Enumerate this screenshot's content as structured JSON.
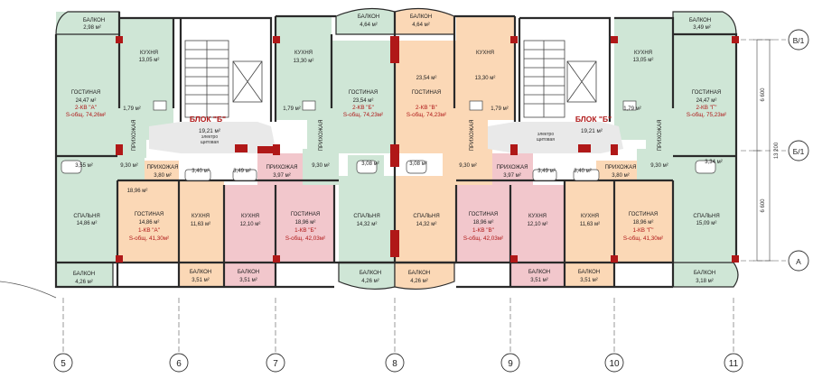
{
  "colors": {
    "green": "#cfe6d6",
    "orange": "#fbd8b6",
    "pink": "#f2c7cc",
    "corridor": "#e9e9e9",
    "column": "#b01818",
    "wall": "#2a2a2a"
  },
  "axes": {
    "bottom": [
      "5",
      "6",
      "7",
      "8",
      "9",
      "10",
      "11"
    ],
    "right": [
      "В/1",
      "Б/1",
      "А"
    ]
  },
  "dimensions": {
    "upper": "6 600",
    "lower": "6 600",
    "total": "13 200"
  },
  "blocks": [
    {
      "title": "БЛОК \"Б\"",
      "area": "19,21 м²",
      "note1": "электро",
      "note2": "щитовая"
    },
    {
      "title": "БЛОК \"Б\"",
      "area": "19,21 м²",
      "note1": "электро",
      "note2": "щитовая"
    }
  ],
  "rooms": {
    "top_left_balcony": {
      "name": "БАЛКОН",
      "area": "2,98 м²"
    },
    "kitchen_tl": {
      "name": "КУХНЯ",
      "area": "13,05 м²"
    },
    "living_tl": {
      "name": "ГОСТИНАЯ",
      "area": "24,47 м²",
      "flat": "2-КВ \"А\"",
      "total": "S-общ. 74,26м²"
    },
    "bath_tl": {
      "area": "1,79 м²"
    },
    "hall_tl": {
      "name": "ПРИХОЖАЯ"
    },
    "bath2_tl": {
      "area": "3,55 м²"
    },
    "hall2_tl": {
      "area": "9,30 м²"
    },
    "bedroom_tl": {
      "name": "СПАЛЬНЯ",
      "area": "14,86 м²"
    },
    "balcony_bl": {
      "name": "БАЛКОН",
      "area": "4,26 м²"
    },
    "hall_1a": {
      "name": "ПРИХОЖАЯ",
      "area": "3,80 м²"
    },
    "bath_1a": {
      "area": "3,40 м²"
    },
    "living_1a": {
      "name": "ГОСТИНАЯ",
      "area": "14,86 м²",
      "flat": "1-КВ \"А\"",
      "total": "S-общ. 41,30м²",
      "top": "18,96 м²"
    },
    "kitchen_1a": {
      "name": "КУХНЯ",
      "area": "11,63 м²"
    },
    "balcony_1a": {
      "name": "БАЛКОН",
      "area": "3,51 м²"
    },
    "bath_1b": {
      "area": "3,49 м²"
    },
    "hall_1b": {
      "name": "ПРИХОЖАЯ",
      "area": "3,97 м²"
    },
    "kitchen_1b": {
      "name": "КУХНЯ",
      "area": "12,10 м²"
    },
    "living_1b": {
      "name": "ГОСТИНАЯ",
      "area": "18,96 м²",
      "flat": "1-КВ \"Б\"",
      "total": "S-общ. 42,03м²"
    },
    "balcony_1b": {
      "name": "БАЛКОН",
      "area": "3,51 м²"
    },
    "balcony_2b_top": {
      "name": "БАЛКОН",
      "area": "4,64 м²"
    },
    "kitchen_2b": {
      "name": "КУХНЯ",
      "area": "13,30 м²"
    },
    "living_2b": {
      "name": "ГОСТИНАЯ",
      "area": "23,54 м²",
      "flat": "2-КВ \"Б\"",
      "total": "S-общ. 74,23м²"
    },
    "bath_2b": {
      "area": "1,79 м²"
    },
    "hall_2b": {
      "name": "ПРИХОЖАЯ"
    },
    "hall2_2b": {
      "area": "9,30 м²"
    },
    "bath2_2b": {
      "area": "3,08 м²"
    },
    "bedroom_2b": {
      "name": "СПАЛЬНЯ",
      "area": "14,32 м²"
    },
    "balcony_2b_bottom": {
      "name": "БАЛКОН",
      "area": "4,26 м²"
    },
    "balcony_2v_top": {
      "name": "БАЛКОН",
      "area": "4,64 м²"
    },
    "living_2v": {
      "name": "ГОСТИНАЯ",
      "area": "23,54 м²",
      "flat": "2-КВ \"В\"",
      "total": "S-общ. 74,23м²"
    },
    "kitchen_2v": {
      "name": "КУХНЯ",
      "area": "13,30 м²"
    },
    "bath_2v": {
      "area": "1,79 м²"
    },
    "hall_2v": {
      "name": "ПРИХОЖАЯ"
    },
    "bath2_2v": {
      "area": "3,08 м²"
    },
    "hall2_2v": {
      "area": "9,30 м²"
    },
    "bedroom_2v": {
      "name": "СПАЛЬНЯ",
      "area": "14,32 м²"
    },
    "balcony_2v_bottom": {
      "name": "БАЛКОН",
      "area": "4,26 м²"
    },
    "hall_1v": {
      "name": "ПРИХОЖАЯ",
      "area": "3,97 м²"
    },
    "bath_1v": {
      "area": "3,49 м²"
    },
    "living_1v": {
      "name": "ГОСТИНАЯ",
      "area": "18,96 м²",
      "flat": "1-КВ \"В\"",
      "total": "S-общ. 42,03м²"
    },
    "kitchen_1v": {
      "name": "КУХНЯ",
      "area": "12,10 м²"
    },
    "balcony_1v": {
      "name": "БАЛКОН",
      "area": "3,51 м²"
    },
    "bath_1g": {
      "area": "3,40 м²"
    },
    "hall_1g": {
      "name": "ПРИХОЖАЯ",
      "area": "3,80 м²"
    },
    "kitchen_1g": {
      "name": "КУХНЯ",
      "area": "11,63 м²"
    },
    "living_1g": {
      "name": "ГОСТИНАЯ",
      "area": "18,96 м²",
      "flat": "1-КВ \"Г\"",
      "total": "S-общ. 41,30м²"
    },
    "balcony_1g": {
      "name": "БАЛКОН",
      "area": "3,51 м²"
    },
    "balcony_tr": {
      "name": "БАЛКОН",
      "area": "3,49 м²"
    },
    "kitchen_tr": {
      "name": "КУХНЯ",
      "area": "13,05 м²"
    },
    "living_tr": {
      "name": "ГОСТИНАЯ",
      "area": "24,47 м²",
      "flat": "2-КВ \"Г\"",
      "total": "S-общ. 75,23м²"
    },
    "bath_tr": {
      "area": "1,79 м²"
    },
    "hall_tr": {
      "name": "ПРИХОЖАЯ"
    },
    "hall2_tr": {
      "area": "9,30 м²"
    },
    "bath2_tr": {
      "area": "3,34 м²"
    },
    "bedroom_tr": {
      "name": "СПАЛЬНЯ",
      "area": "15,09 м²"
    },
    "balcony_br": {
      "name": "БАЛКОН",
      "area": "3,18 м²"
    }
  }
}
